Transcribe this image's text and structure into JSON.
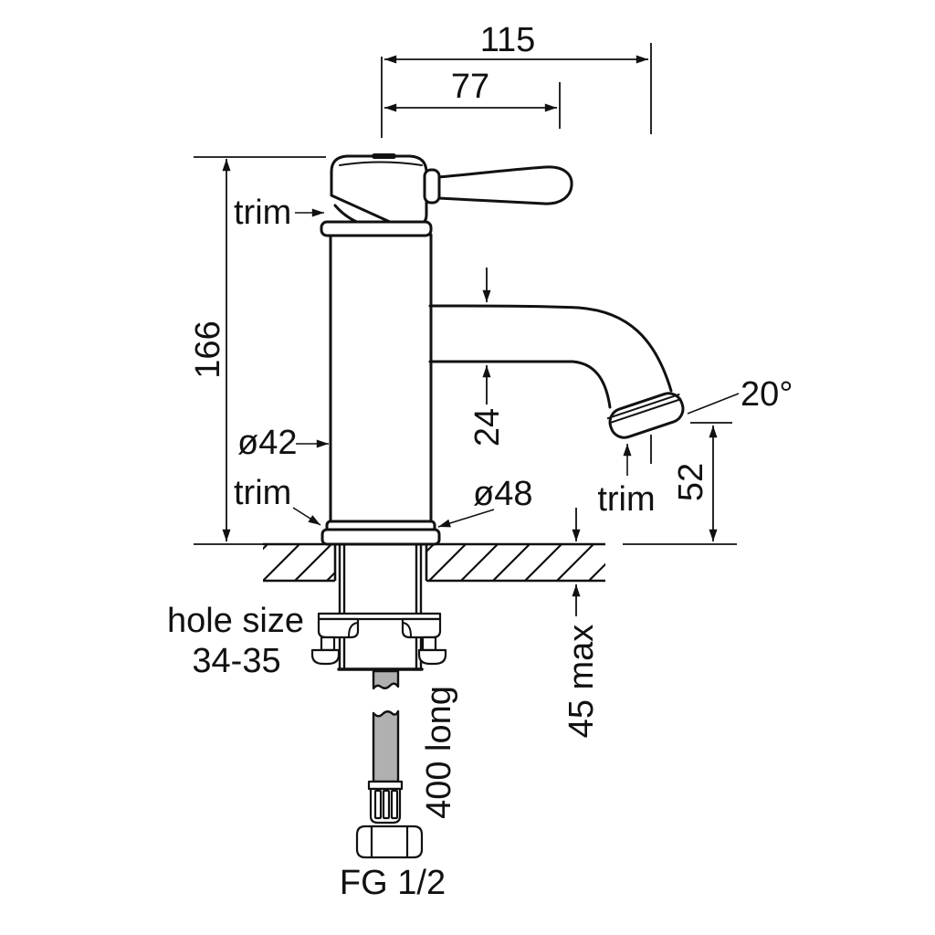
{
  "drawing": {
    "title": "basin-mixer-tap-dimension-drawing",
    "colors": {
      "line": "#111111",
      "hose_gray": "#b0b0b0",
      "background": "#ffffff"
    },
    "dims": {
      "reach": "115",
      "handle_len": "77",
      "height": "166",
      "body_dia": "ø42",
      "spout_tube": "24",
      "spout_angle": "20°",
      "outlet_height": "52",
      "base_dia": "ø48",
      "deck_thickness": "45 max",
      "hose_length": "400 long",
      "connector": "FG 1/2"
    },
    "notes": {
      "hole_size_1": "hole size",
      "hole_size_2": "34-35",
      "trim_handle": "trim",
      "trim_base": "trim",
      "trim_spout": "trim"
    }
  }
}
